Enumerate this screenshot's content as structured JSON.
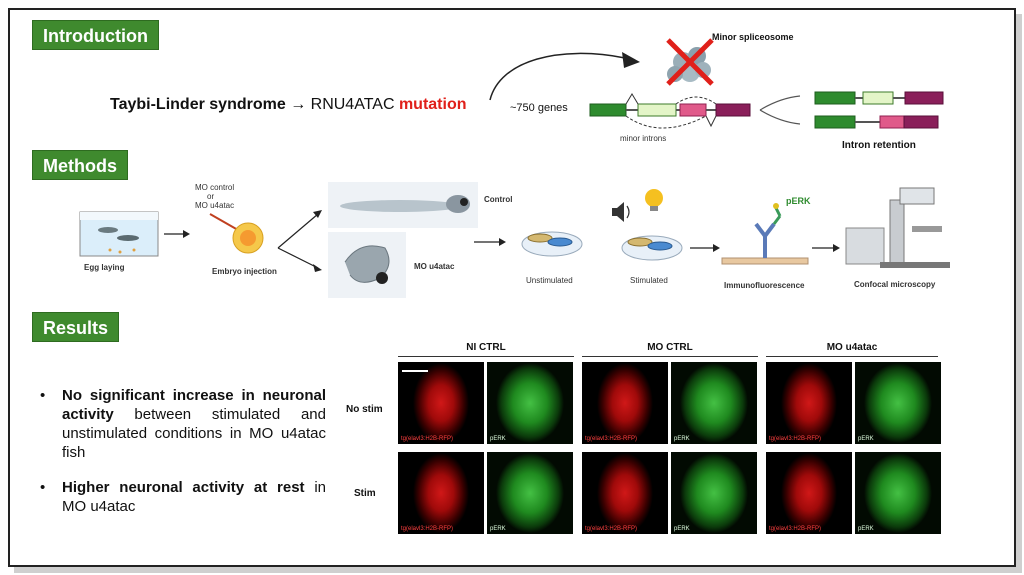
{
  "sections": {
    "introduction": "Introduction",
    "methods": "Methods",
    "results": "Results"
  },
  "intro": {
    "syndrome": "Taybi-Linder syndrome",
    "arrow": "→",
    "gene": "RNU4ATAC",
    "mutation": "mutation",
    "genes_count": "~750 genes",
    "minor_spliceosome": "Minor spliceosome",
    "minor_introns": "minor introns",
    "intron_retention": "Intron retention",
    "mutation_color": "#e0201a"
  },
  "methods": {
    "egg_laying": "Egg laying",
    "mo_control": "MO control",
    "or": "or",
    "mo_u4atac_inj": "MO u4atac",
    "embryo_injection": "Embryo injection",
    "control": "Control",
    "mo_u4atac": "MO u4atac",
    "unstimulated": "Unstimulated",
    "stimulated": "Stimulated",
    "perk": "pERK",
    "immunofluorescence": "Immunofluorescence",
    "confocal": "Confocal microscopy"
  },
  "results": {
    "bullets": [
      {
        "bold": "No significant increase in neuronal activity",
        "rest": " between stimulated and unstimulated conditions in MO u4atac fish"
      },
      {
        "bold": "Higher neuronal activity at rest",
        "rest": " in MO u4atac"
      }
    ],
    "columns": [
      "NI CTRL",
      "MO CTRL",
      "MO u4atac"
    ],
    "rows": [
      "No stim",
      "Stim"
    ],
    "red_tag": "tg(elavl3:H2B-RFP)",
    "green_tag": "pERK"
  }
}
